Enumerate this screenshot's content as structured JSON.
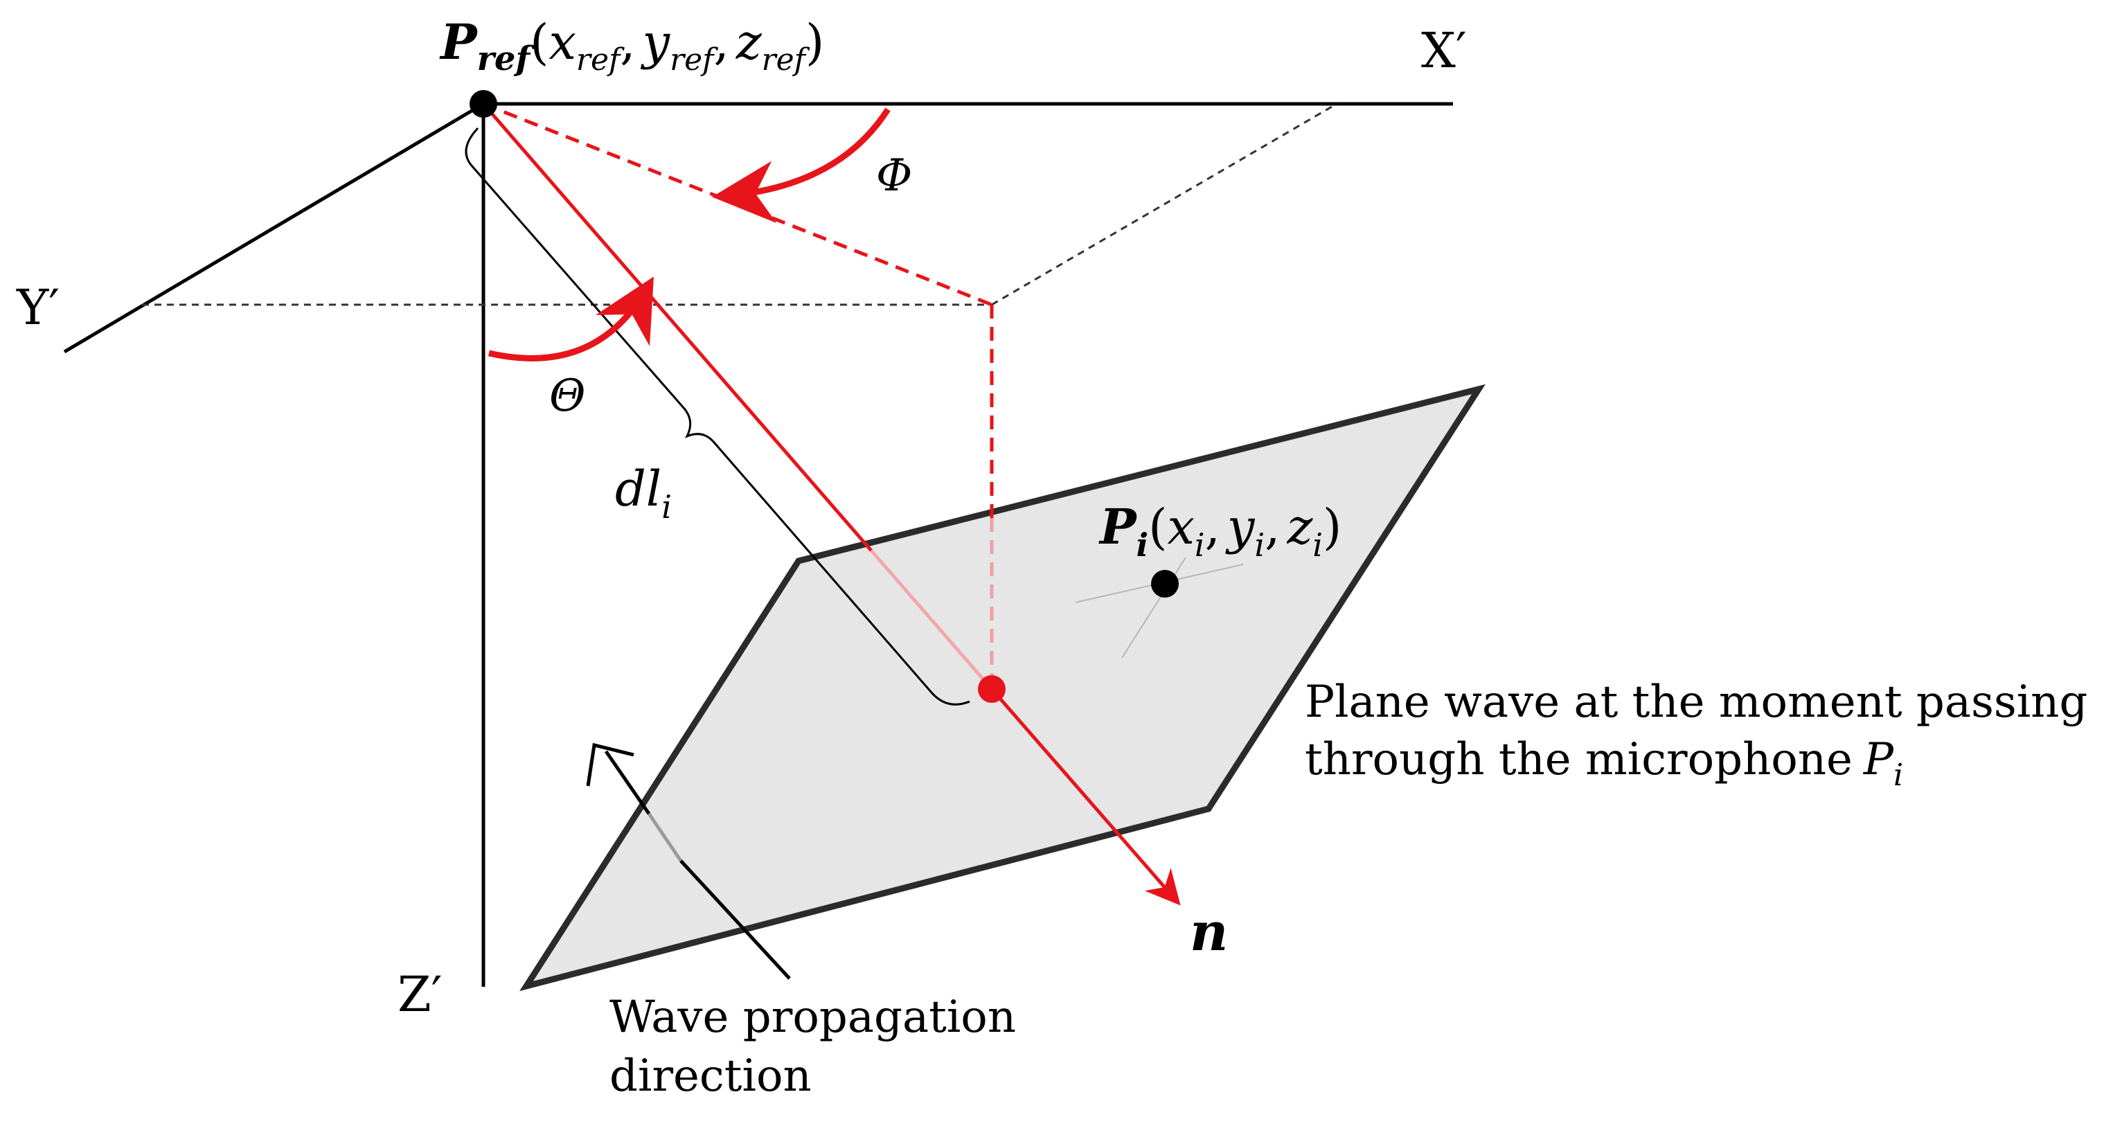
{
  "labels": {
    "p_ref_main": "P",
    "p_ref_sub": "ref",
    "p_ref_args": {
      "open": "(",
      "x": "x",
      "x_sub": "ref",
      "comma1": ",",
      "y": "y",
      "y_sub": "ref",
      "comma2": ",",
      "z": "z",
      "z_sub": "ref",
      "close": ")"
    },
    "x_axis": "X′",
    "y_axis": "Y′",
    "z_axis": "Z′",
    "phi": "Φ",
    "theta": "Θ",
    "dl_main": "dl",
    "dl_sub": "i",
    "p_i_main": "P",
    "p_i_sub": "i",
    "p_i_args": {
      "open": "(",
      "x": "x",
      "x_sub": "i",
      "comma1": ",",
      "y": "y",
      "y_sub": "i",
      "comma2": ",",
      "z": "z",
      "z_sub": "i",
      "close": ")"
    },
    "plane_caption_line1": "Plane wave at the moment passing",
    "plane_caption_line2": "through the microphone",
    "plane_caption_p": "P",
    "plane_caption_p_sub": "i",
    "normal": "n",
    "wave_dir_line1": "Wave propagation",
    "wave_dir_line2": "direction"
  },
  "colors": {
    "axis": "#000000",
    "accent": "#e8141b",
    "plane_fill": "#e6e6e6",
    "plane_edge": "#2b2b2b",
    "guide": "#333333"
  }
}
